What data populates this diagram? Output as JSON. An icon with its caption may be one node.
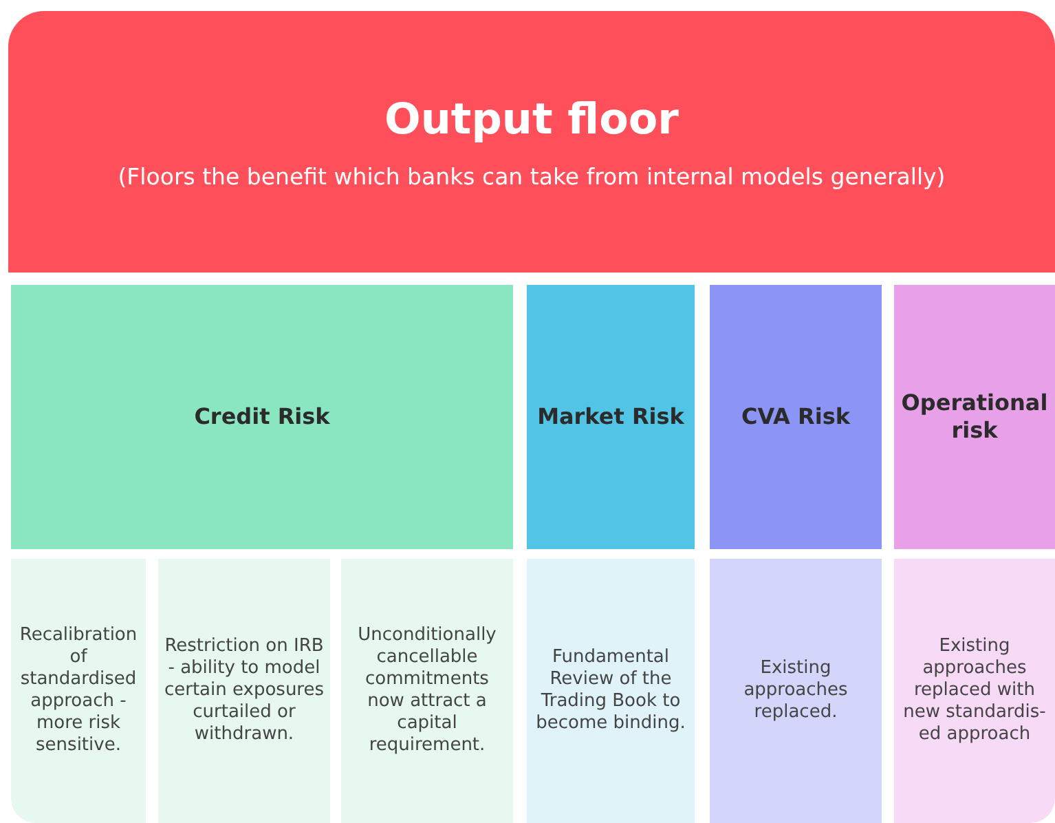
{
  "diagram": {
    "nodes": [
      {
        "text": [
          "Output floor",
          "(Floors the benefit which banks can take from internal models generally)"
        ]
      },
      {
        "text": [
          "Credit Risk"
        ]
      },
      {
        "text": [
          "Market Risk"
        ]
      },
      {
        "text": [
          "CVA Risk"
        ]
      },
      {
        "text": [
          "Operational risk"
        ]
      },
      {
        "text": [
          "Recalibration of standardised approach - more risk sensitive."
        ]
      },
      {
        "text": [
          "Restriction on IRB -  ability to model certain exposures curtailed or withdrawn."
        ]
      },
      {
        "text": [
          "Unconditionally cancellable commitments now attract a capital requirement."
        ]
      },
      {
        "text": [
          "Fundamental Review of the Trading Book to become binding."
        ]
      },
      {
        "text": [
          "Existing approaches replaced."
        ]
      },
      {
        "text": [
          "Existing approaches replaced with new standardis-ed approach"
        ]
      }
    ]
  }
}
